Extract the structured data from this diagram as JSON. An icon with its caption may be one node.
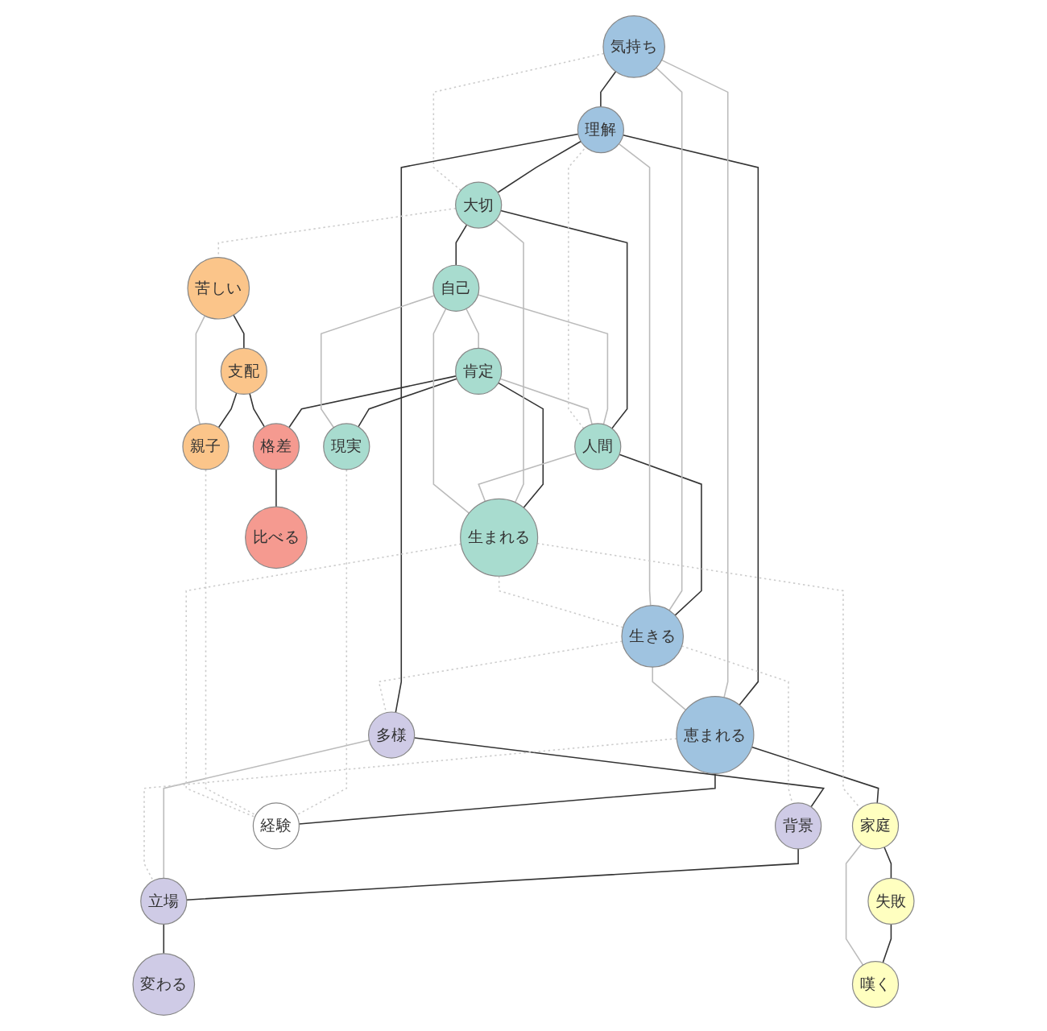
{
  "diagram": {
    "nodes": [
      {
        "text": [
          "気持ち"
        ]
      },
      {
        "text": [
          "理解"
        ]
      },
      {
        "text": [
          "大切"
        ]
      },
      {
        "text": [
          "多様"
        ]
      },
      {
        "text": [
          "苦しい"
        ]
      },
      {
        "text": [
          "人間"
        ]
      },
      {
        "text": [
          "背景"
        ]
      },
      {
        "text": [
          "生きる"
        ]
      },
      {
        "text": [
          "自己"
        ]
      },
      {
        "text": [
          "立場"
        ]
      },
      {
        "text": [
          "肯定"
        ]
      },
      {
        "text": [
          "恵まれる"
        ]
      },
      {
        "text": [
          "生まれる"
        ]
      },
      {
        "text": [
          "親子"
        ]
      },
      {
        "text": [
          "支配"
        ]
      },
      {
        "text": [
          "変わる"
        ]
      },
      {
        "text": [
          "家庭"
        ]
      },
      {
        "text": [
          "現実"
        ]
      },
      {
        "text": [
          "経験"
        ]
      },
      {
        "text": [
          "格差"
        ]
      },
      {
        "text": [
          "失敗"
        ]
      },
      {
        "text": [
          "嘆く"
        ]
      },
      {
        "text": [
          "比べる"
        ]
      }
    ],
    "edges": [
      {
        "from": 0,
        "to": 1,
        "arrow": "none"
      },
      {
        "from": 1,
        "to": 2,
        "arrow": "none"
      },
      {
        "from": 1,
        "to": 3,
        "arrow": "none"
      },
      {
        "from": 1,
        "to": 11,
        "arrow": "none"
      },
      {
        "from": 2,
        "to": 5,
        "arrow": "none"
      },
      {
        "from": 2,
        "to": 8,
        "arrow": "none"
      },
      {
        "from": 5,
        "to": 7,
        "arrow": "none"
      },
      {
        "from": 3,
        "to": 6,
        "arrow": "none"
      },
      {
        "from": 6,
        "to": 9,
        "arrow": "none"
      },
      {
        "from": 9,
        "to": 15,
        "arrow": "none"
      },
      {
        "from": 4,
        "to": 14,
        "arrow": "none"
      },
      {
        "from": 10,
        "to": 12,
        "arrow": "none"
      },
      {
        "from": 10,
        "to": 19,
        "arrow": "none"
      },
      {
        "from": 10,
        "to": 17,
        "arrow": "none"
      },
      {
        "from": 14,
        "to": 13,
        "arrow": "none"
      },
      {
        "from": 14,
        "to": 19,
        "arrow": "none"
      },
      {
        "from": 19,
        "to": 22,
        "arrow": "none"
      },
      {
        "from": 11,
        "to": 18,
        "arrow": "none"
      },
      {
        "from": 11,
        "to": 16,
        "arrow": "none"
      },
      {
        "from": 16,
        "to": 20,
        "arrow": "none"
      },
      {
        "from": 20,
        "to": 21,
        "arrow": "none"
      },
      {
        "from": 0,
        "to": 7,
        "arrow": "none",
        "color": "#bbbbbb"
      },
      {
        "from": 0,
        "to": 11,
        "arrow": "none",
        "color": "#bbbbbb"
      },
      {
        "from": 1,
        "to": 7,
        "arrow": "none",
        "color": "#bbbbbb"
      },
      {
        "from": 7,
        "to": 11,
        "arrow": "none",
        "color": "#bbbbbb"
      },
      {
        "from": 3,
        "to": 9,
        "arrow": "none",
        "color": "#bbbbbb"
      },
      {
        "from": 2,
        "to": 12,
        "arrow": "none",
        "color": "#bbbbbb"
      },
      {
        "from": 5,
        "to": 12,
        "arrow": "none",
        "color": "#bbbbbb"
      },
      {
        "from": 8,
        "to": 5,
        "arrow": "none",
        "color": "#bbbbbb"
      },
      {
        "from": 10,
        "to": 5,
        "arrow": "none",
        "color": "#bbbbbb"
      },
      {
        "from": 8,
        "to": 12,
        "arrow": "none",
        "color": "#bbbbbb"
      },
      {
        "from": 8,
        "to": 10,
        "arrow": "none",
        "color": "#bbbbbb"
      },
      {
        "from": 4,
        "to": 13,
        "arrow": "none",
        "color": "#bbbbbb"
      },
      {
        "from": 8,
        "to": 17,
        "arrow": "none",
        "color": "#bbbbbb"
      },
      {
        "from": 16,
        "to": 21,
        "arrow": "none",
        "color": "#bbbbbb"
      },
      {
        "from": 2,
        "to": 4,
        "arrow": "none",
        "style": "dashed",
        "color": "#cccccc"
      },
      {
        "from": 2,
        "to": 0,
        "arrow": "none",
        "style": "dashed",
        "color": "#cccccc"
      },
      {
        "from": 7,
        "to": 6,
        "arrow": "none",
        "style": "dashed",
        "color": "#cccccc"
      },
      {
        "from": 7,
        "to": 3,
        "arrow": "none",
        "style": "dashed",
        "color": "#cccccc"
      },
      {
        "from": 11,
        "to": 9,
        "arrow": "none",
        "style": "dashed",
        "color": "#cccccc"
      },
      {
        "from": 17,
        "to": 18,
        "arrow": "none",
        "style": "dashed",
        "color": "#cccccc"
      },
      {
        "from": 12,
        "to": 7,
        "arrow": "none",
        "style": "dashed",
        "color": "#cccccc"
      },
      {
        "from": 13,
        "to": 18,
        "arrow": "none",
        "style": "dashed",
        "color": "#cccccc"
      },
      {
        "from": 12,
        "to": 18,
        "arrow": "none",
        "style": "dashed",
        "color": "#cccccc"
      },
      {
        "from": 12,
        "to": 16,
        "arrow": "none",
        "style": "dashed",
        "color": "#cccccc"
      },
      {
        "from": 5,
        "to": 1,
        "arrow": "none",
        "style": "dashed",
        "color": "#cccccc"
      }
    ]
  }
}
